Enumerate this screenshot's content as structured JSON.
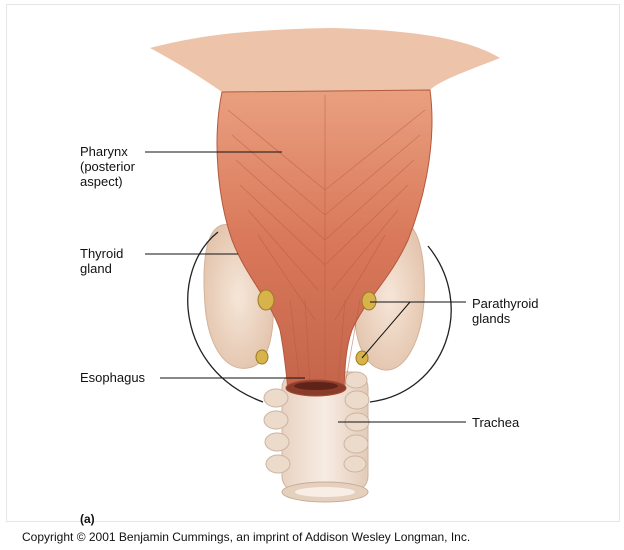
{
  "labels": {
    "pharynx": "Pharynx\n(posterior\naspect)",
    "thyroid": "Thyroid\ngland",
    "esophagus": "Esophagus",
    "parathyroid": "Parathyroid\nglands",
    "trachea": "Trachea"
  },
  "panel_letter": "(a)",
  "copyright": "Copyright © 2001 Benjamin Cummings, an imprint of Addison Wesley Longman, Inc.",
  "colors": {
    "muscle": "#d9785a",
    "muscle_dark": "#b85a3e",
    "gland": "#efd6c4",
    "parathyroid": "#d8b24a",
    "trachea": "#f1e2d6"
  }
}
